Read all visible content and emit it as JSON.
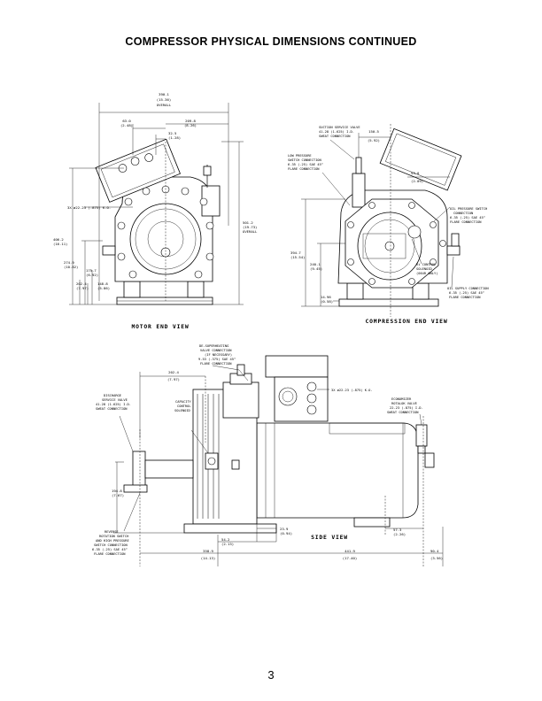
{
  "page": {
    "title": "COMPRESSOR PHYSICAL DIMENSIONS CONTINUED",
    "number": "3"
  },
  "motor_end": {
    "caption": "MOTOR END VIEW",
    "dims": {
      "overall_width": [
        "390.1",
        "(15.36)",
        "OVERALL"
      ],
      "d63_0": [
        "63.0",
        "(2.48)"
      ],
      "d32_5": [
        "32.5",
        "(1.28)"
      ],
      "d209_8": [
        "209.8",
        "(8.26)"
      ],
      "holes": "3X ø22.23 (.875) K.O.",
      "d406_2": [
        "406.2",
        "(16.11)"
      ],
      "d274_9": [
        "274.9",
        "(10.82)"
      ],
      "d175_7": [
        "175.7",
        "(6.92)"
      ],
      "d202_4": [
        "202.4",
        "(7.97)"
      ],
      "d148_8": [
        "148.8",
        "(5.86)"
      ],
      "overall_height": [
        "501.2",
        "(19.73)",
        "OVERALL"
      ]
    }
  },
  "compression_end": {
    "caption": "COMPRESSION END VIEW",
    "notes": {
      "suction_valve": [
        "SUCTION SERVICE VALVE",
        "41.28 (1.625) I.D.",
        "SWEAT CONNECTION"
      ],
      "low_pressure": [
        "LOW PRESSURE",
        "SWITCH CONNECTION",
        "6.35 (.25) SAE 45°",
        "FLARE CONNECTION"
      ],
      "oil_pressure": [
        "OIL PRESSURE SWITCH",
        "CONNECTION",
        "6.35 (.25) SAE 45°",
        "FLARE CONNECTION"
      ],
      "vi_control": [
        "Vi CONTROL",
        "SOLENOID",
        "(064R ONLY)"
      ],
      "oil_supply": [
        "OIL SUPPLY CONNECTION",
        "6.35 (.25) SAE 45°",
        "FLARE CONNECTION"
      ]
    },
    "dims": {
      "d150_5": [
        "150.5",
        "(5.92)"
      ],
      "d53_0": [
        "53.0",
        "(2.09)"
      ],
      "d394_7": [
        "394.7",
        "(15.54)"
      ],
      "d240_1": [
        "240.1",
        "(9.45)"
      ],
      "d14_96": [
        "14.96",
        "(0.58)"
      ]
    }
  },
  "side": {
    "caption": "SIDE VIEW",
    "notes": {
      "desuperheating": [
        "DE-SUPERHEATING",
        "VALVE CONNECTION",
        "(IF NECESSARY)",
        "9.53 (.375) SAE 45°",
        "FLARE CONNECTION"
      ],
      "discharge": [
        "DISCHARGE",
        "SERVICE VALVE",
        "41.28 (1.625) I.D.",
        "SWEAT CONNECTION"
      ],
      "capacity": [
        "CAPACITY",
        "CONTROL",
        "SOLENOID"
      ],
      "holes": "3X ø22.23 (.875) K.O.",
      "economizer": [
        "ECONOMIZER",
        "ROTALOK VALVE",
        "22.23 (.875) I.D.",
        "SWEAT CONNECTION"
      ],
      "reverse": [
        "REVERSE",
        "ROTATION SWITCH",
        "AND HIGH PRESSURE",
        "SWITCH CONNECTION",
        "6.35 (.25) SAE 45°",
        "FLARE CONNECTION"
      ]
    },
    "dims": {
      "d202_4": [
        "202.4",
        "(7.97)"
      ],
      "d194_8": [
        "194.8",
        "(7.67)"
      ],
      "d23_9": [
        "23.9",
        "(0.94)"
      ],
      "d54_2": [
        "54.2",
        "(2.13)"
      ],
      "d358_9": [
        "358.9",
        "(14.13)"
      ],
      "d441_9": [
        "441.9",
        "(17.40)"
      ],
      "d57_3": [
        "57.3",
        "(2.26)"
      ],
      "d90_4": [
        "90.4",
        "(3.56)"
      ]
    }
  }
}
